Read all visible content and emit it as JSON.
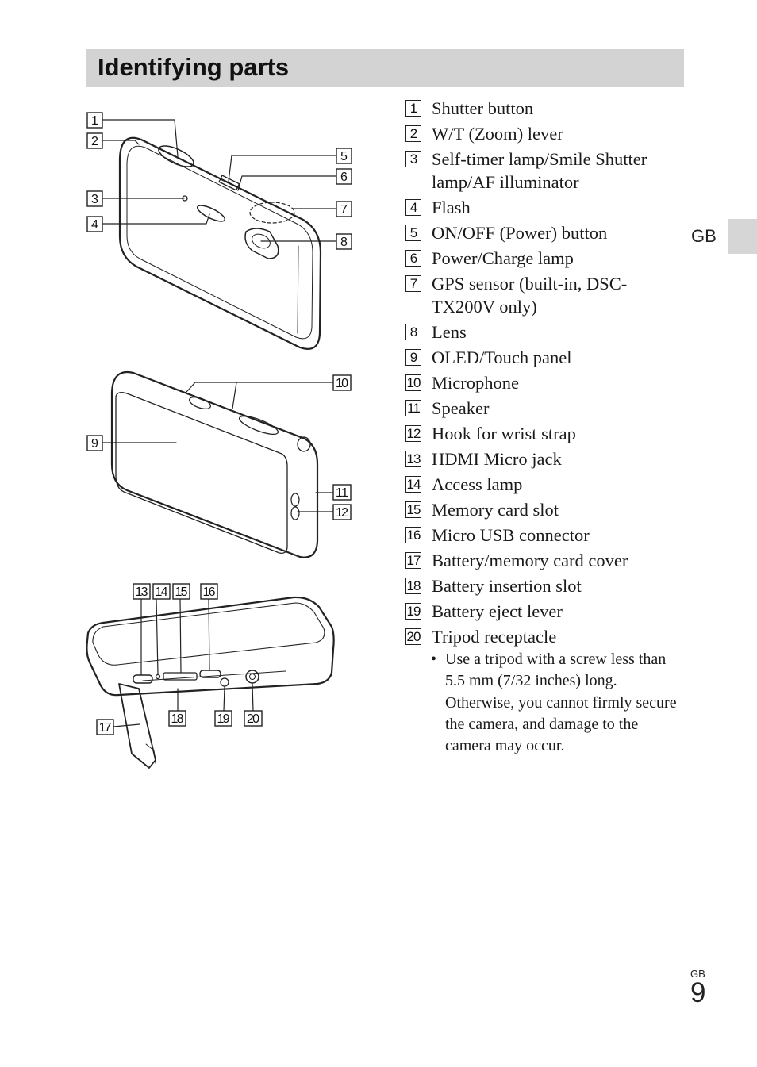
{
  "page": {
    "title": "Identifying parts",
    "side_tab": "GB",
    "folio_sup": "GB",
    "folio_number": "9"
  },
  "parts": [
    {
      "num": "1",
      "label": "Shutter button"
    },
    {
      "num": "2",
      "label": "W/T (Zoom) lever"
    },
    {
      "num": "3",
      "label": "Self-timer lamp/Smile Shutter lamp/AF illuminator"
    },
    {
      "num": "4",
      "label": "Flash"
    },
    {
      "num": "5",
      "label": "ON/OFF (Power) button"
    },
    {
      "num": "6",
      "label": "Power/Charge lamp"
    },
    {
      "num": "7",
      "label": "GPS sensor (built-in, DSC-TX200V only)"
    },
    {
      "num": "8",
      "label": "Lens"
    },
    {
      "num": "9",
      "label": "OLED/Touch panel"
    },
    {
      "num": "10",
      "label": "Microphone"
    },
    {
      "num": "11",
      "label": "Speaker"
    },
    {
      "num": "12",
      "label": "Hook for wrist strap"
    },
    {
      "num": "13",
      "label": "HDMI Micro jack"
    },
    {
      "num": "14",
      "label": "Access lamp"
    },
    {
      "num": "15",
      "label": "Memory card slot"
    },
    {
      "num": "16",
      "label": "Micro USB connector"
    },
    {
      "num": "17",
      "label": "Battery/memory card cover"
    },
    {
      "num": "18",
      "label": "Battery insertion slot"
    },
    {
      "num": "19",
      "label": "Battery eject lever"
    },
    {
      "num": "20",
      "label": "Tripod receptacle"
    }
  ],
  "note": {
    "bullet": "•",
    "text": "Use a tripod with a screw less than 5.5 mm (7/32 inches) long. Otherwise, you cannot firmly secure the camera, and damage to the camera may occur."
  }
}
